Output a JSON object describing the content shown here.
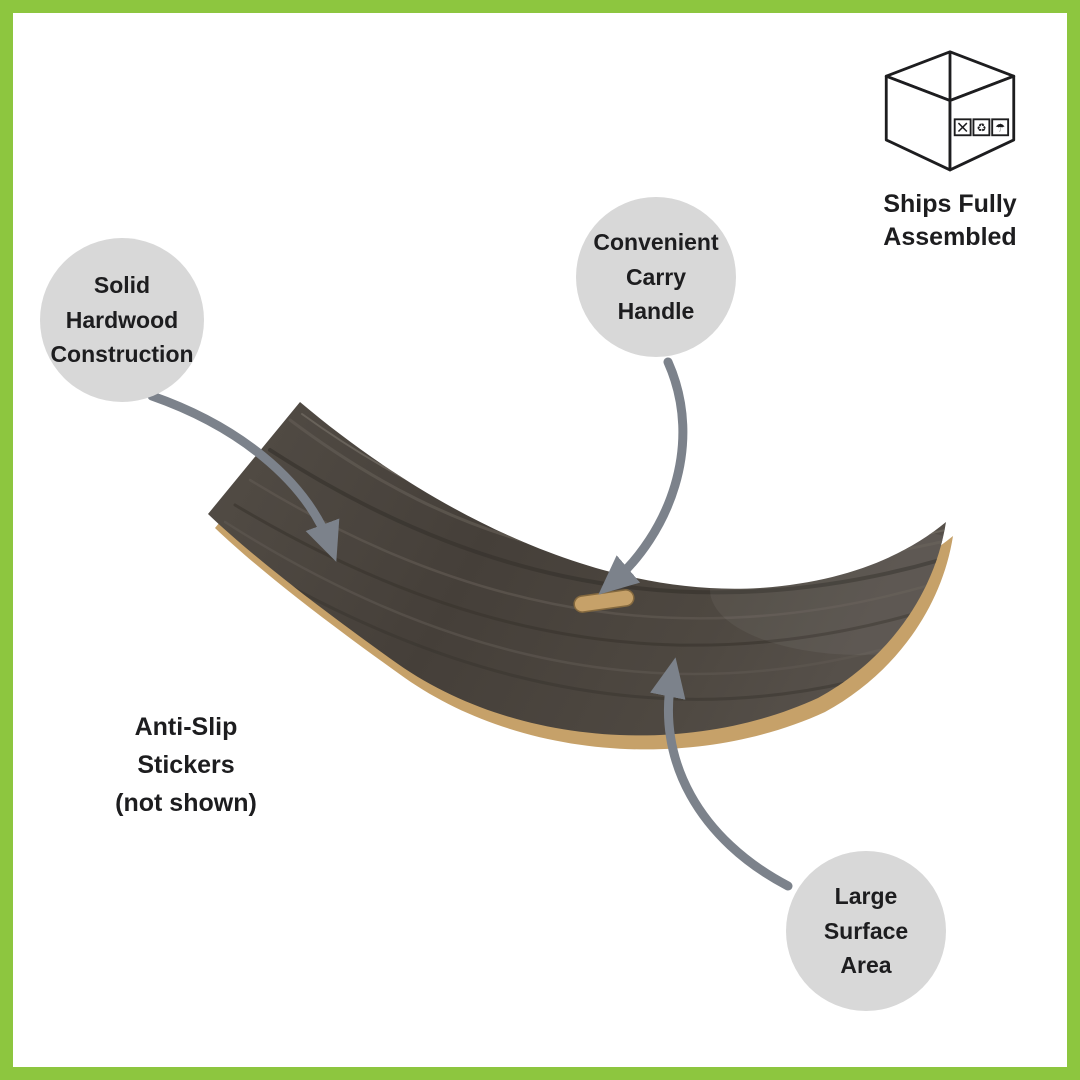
{
  "theme": {
    "border_color": "#8DC63F",
    "background": "#FFFFFF",
    "bubble_color": "#D8D8D8",
    "arrow_color": "#7C828B",
    "text_color": "#1D1D1F",
    "board_top_color": "#48423C",
    "board_edge_color": "#C6A169"
  },
  "shipping": {
    "icon": "shipping-box-icon",
    "lines": [
      "Ships Fully",
      "Assembled"
    ]
  },
  "callouts": {
    "hardwood": {
      "lines": [
        "Solid",
        "Hardwood",
        "Construction"
      ]
    },
    "handle": {
      "lines": [
        "Convenient",
        "Carry",
        "Handle"
      ]
    },
    "surface": {
      "lines": [
        "Large",
        "Surface",
        "Area"
      ]
    }
  },
  "notes": {
    "anti_slip": {
      "lines": [
        "Anti-Slip",
        "Stickers",
        "(not shown)"
      ]
    }
  },
  "illustration": {
    "subject": "curved wooden balance board with carry handle cutout"
  }
}
